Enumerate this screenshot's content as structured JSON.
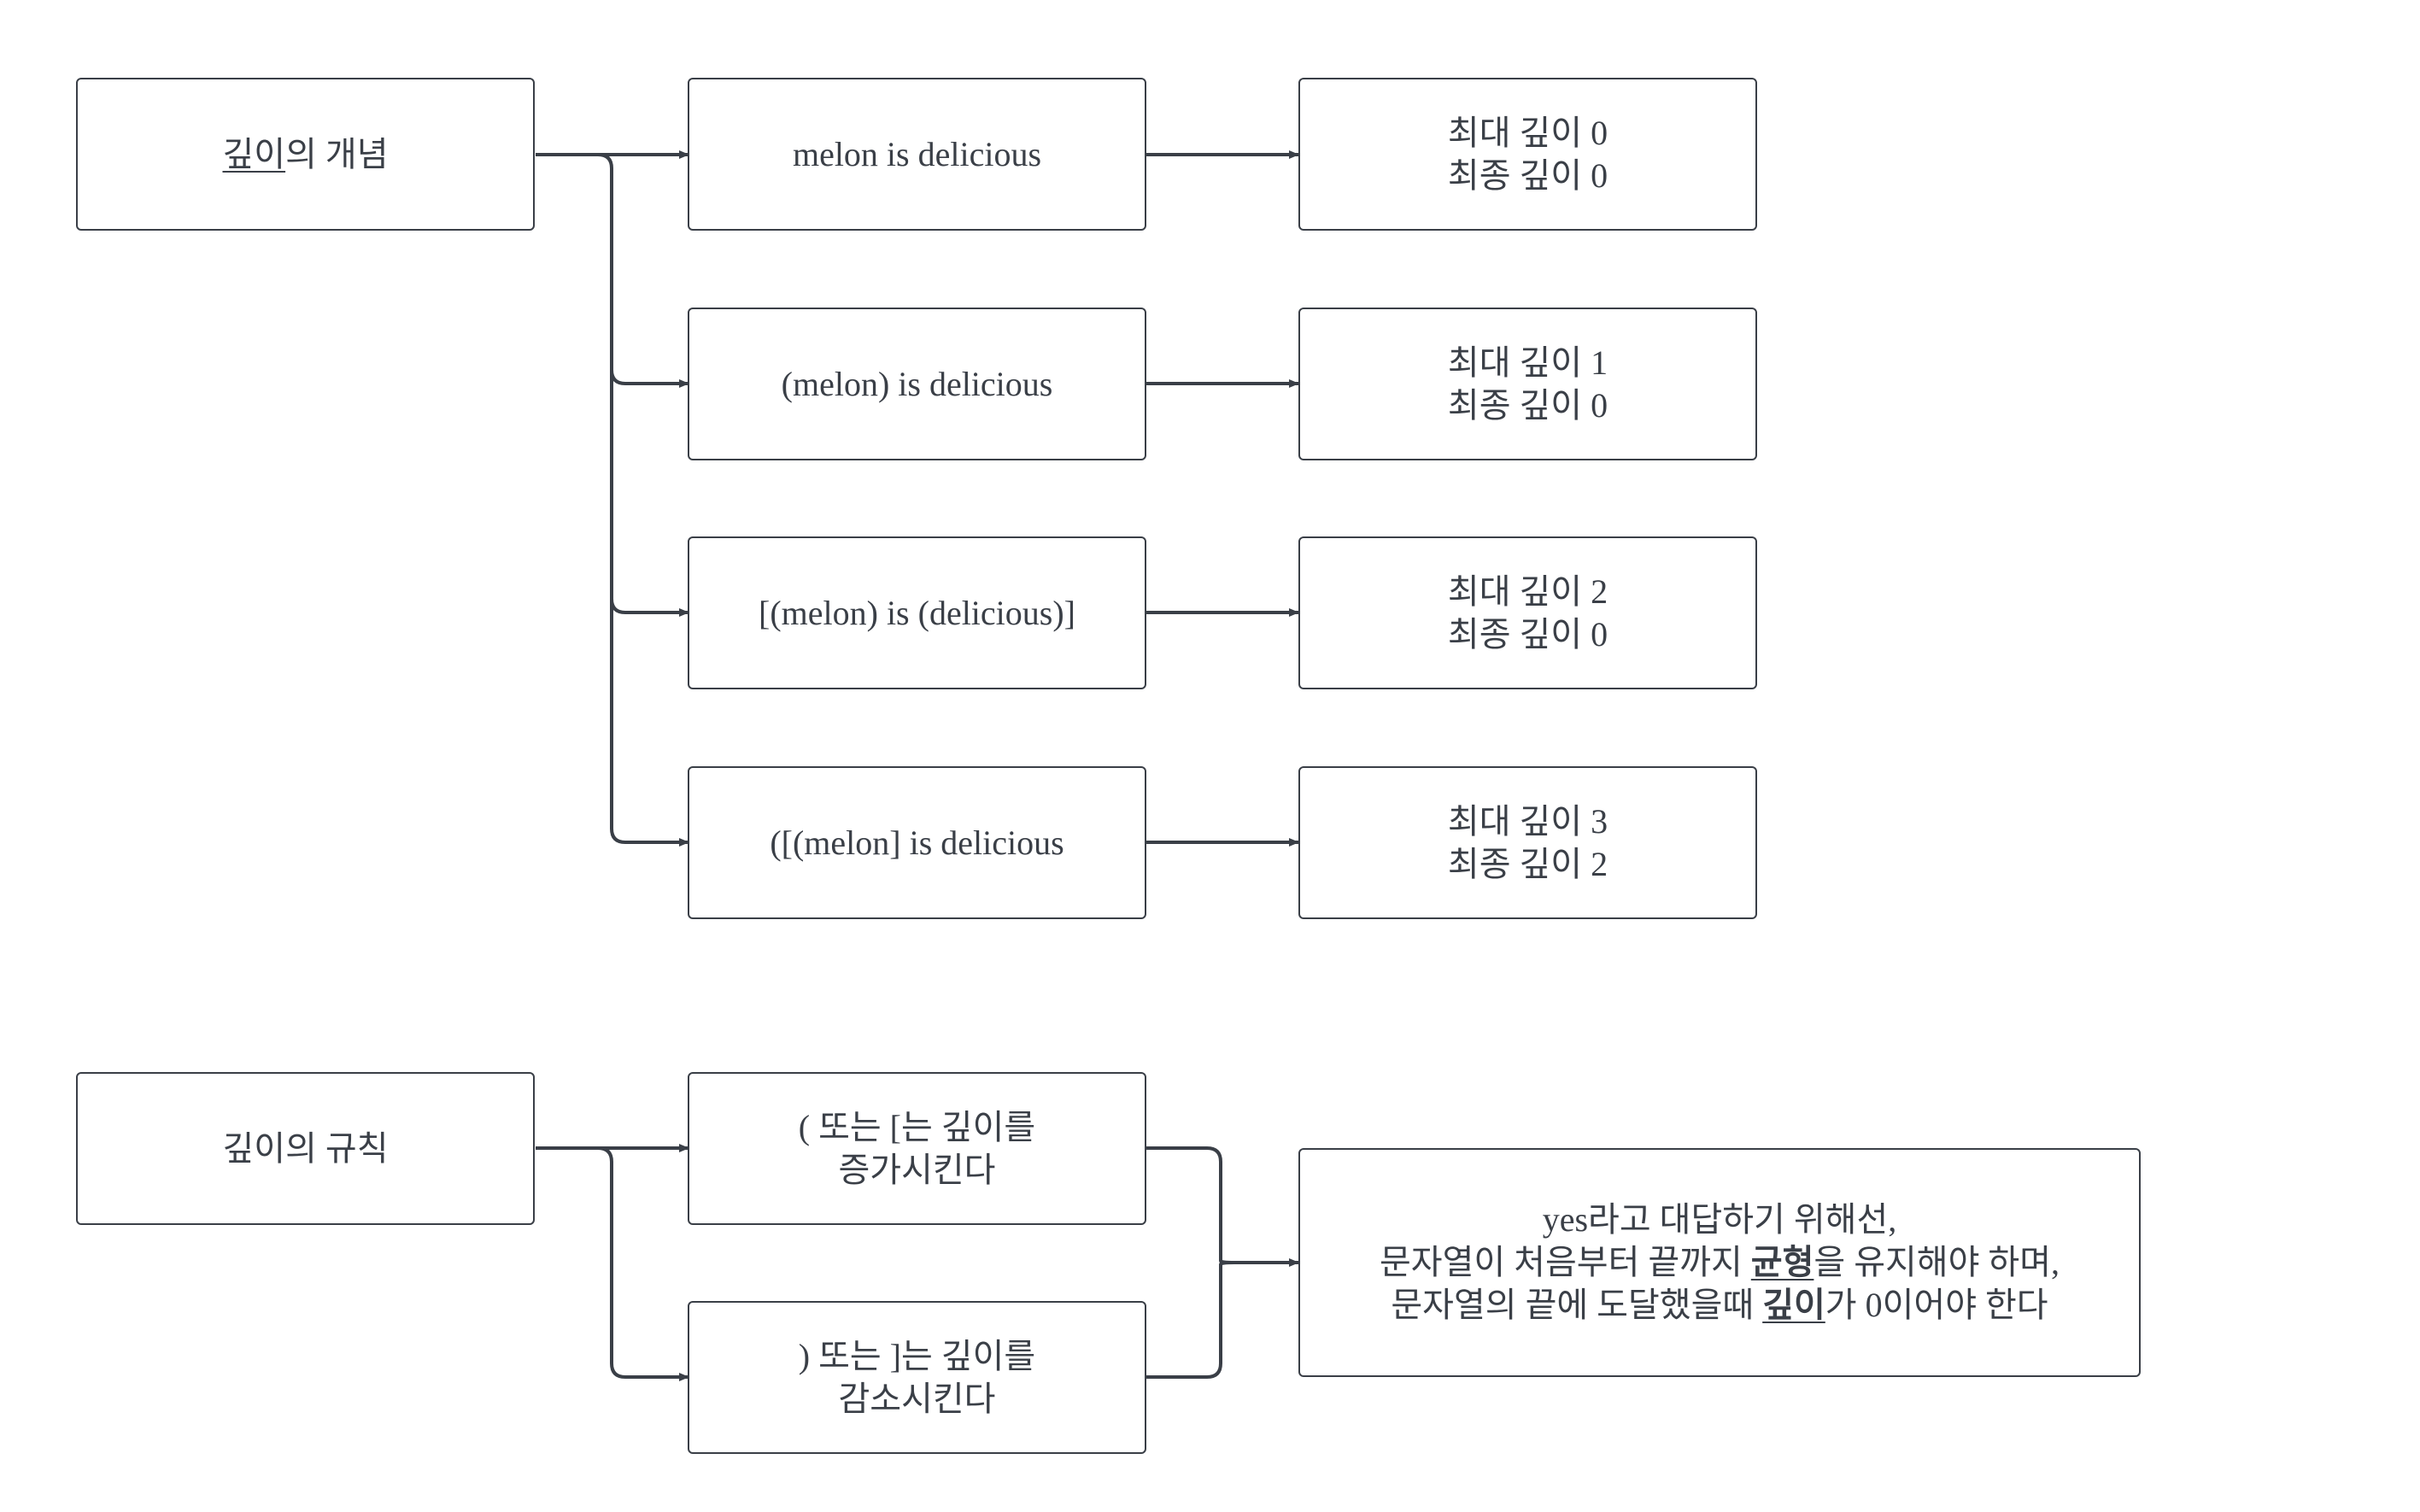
{
  "diagram": {
    "concept": {
      "title_underlined": "깊이",
      "title_rest": "의 개념",
      "examples": [
        {
          "input": "melon is delicious",
          "max_line": "최대 깊이 0",
          "final_line": "최종 깊이 0"
        },
        {
          "input": "(melon) is delicious",
          "max_line": "최대 깊이 1",
          "final_line": "최종 깊이 0"
        },
        {
          "input": "[(melon) is (delicious)]",
          "max_line": "최대 깊이 2",
          "final_line": "최종 깊이 0"
        },
        {
          "input": "([(melon] is delicious",
          "max_line": "최대 깊이 3",
          "final_line": "최종 깊이 2"
        }
      ]
    },
    "rules": {
      "title": "깊이의 규칙",
      "increase": {
        "line1": "( 또는 [는 깊이를",
        "line2": "증가시킨다"
      },
      "decrease": {
        "line1": ") 또는 ]는 깊이를",
        "line2": "감소시킨다"
      },
      "conclusion": {
        "line1": "yes라고 대답하기 위해선,",
        "line2_pre": "문자열이 처음부터 끝까지 ",
        "line2_bold": "균형",
        "line2_post": "을 유지해야 하며,",
        "line3_pre": "문자열의 끝에 도달했을때 ",
        "line3_bold": "깊이",
        "line3_post": "가 0이어야 한다"
      }
    },
    "colors": {
      "stroke": "#3a3f47",
      "text": "#3a3f47",
      "background": "#ffffff"
    }
  }
}
